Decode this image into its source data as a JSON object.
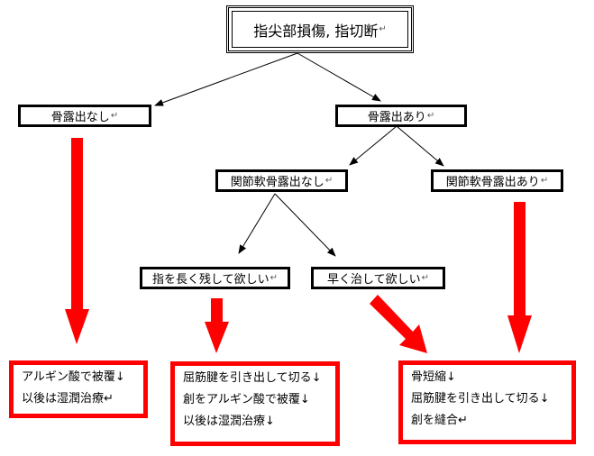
{
  "title": {
    "text": "指尖部損傷, 指切断",
    "mark": "↵"
  },
  "branches": {
    "no_bone": {
      "label": "骨露出なし",
      "mark": "↵"
    },
    "bone": {
      "label": "骨露出あり",
      "mark": "↵"
    }
  },
  "sub_branches": {
    "no_joint": {
      "label": "関節軟骨露出なし",
      "mark": "↵"
    },
    "joint": {
      "label": "関節軟骨露出あり",
      "mark": "↵"
    }
  },
  "wishes": {
    "long": {
      "label": "指を長く残して欲しい",
      "mark": "↵"
    },
    "fast": {
      "label": "早く治して欲しい",
      "mark": "↵"
    }
  },
  "results": {
    "r1": {
      "lines": [
        "アルギン酸で被覆↓",
        "以後は湿潤治療↵"
      ]
    },
    "r2": {
      "lines": [
        "屈筋腱を引き出して切る↓",
        "創をアルギン酸で被覆↓",
        "以後は湿潤治療↓"
      ]
    },
    "r3": {
      "lines": [
        "骨短縮↓",
        "屈筋腱を引き出して切る↓",
        "創を縫合↵"
      ]
    }
  },
  "colors": {
    "accent": "#ff0000",
    "line": "#000000",
    "background": "#ffffff"
  }
}
